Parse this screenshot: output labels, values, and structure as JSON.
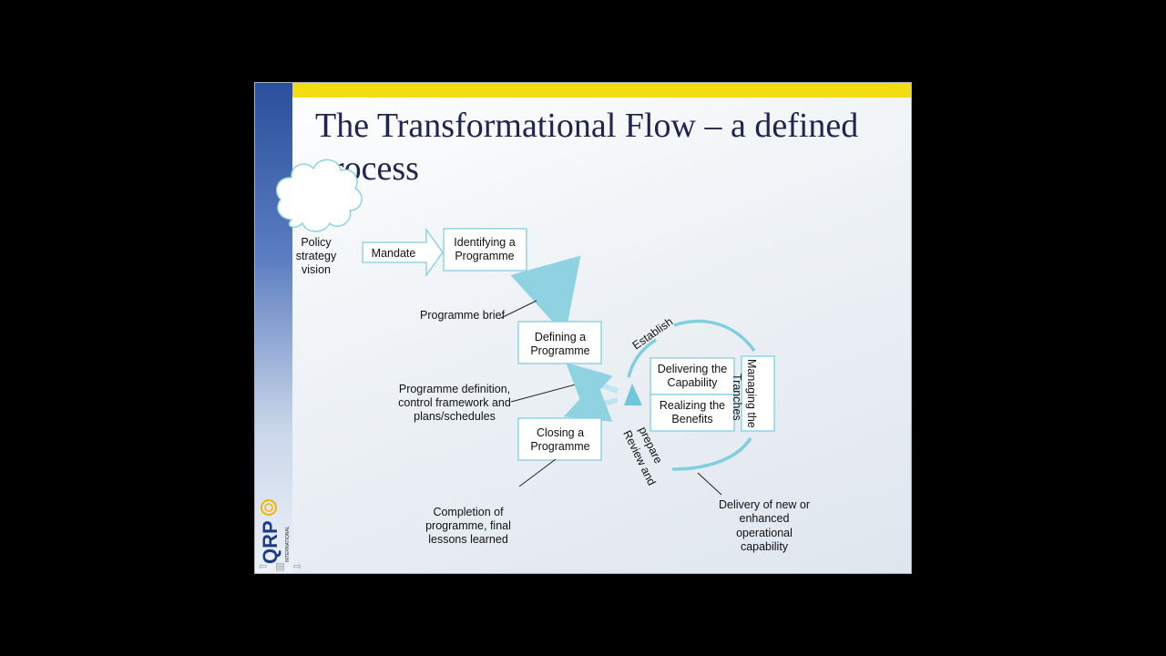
{
  "slide": {
    "title": "The Transformational Flow – a defined process"
  },
  "diagram": {
    "cloud": [
      "Policy",
      "strategy",
      "vision"
    ],
    "mandate_arrow": "Mandate",
    "identifying_box": [
      "Identifying a",
      "Programme"
    ],
    "programme_brief": "Programme brief",
    "defining_box": [
      "Defining a",
      "Programme"
    ],
    "definition_note": [
      "Programme definition,",
      "control framework and",
      "plans/schedules"
    ],
    "closing_box": [
      "Closing a",
      "Programme"
    ],
    "completion_note": [
      "Completion of",
      "programme, final",
      "lessons learned"
    ],
    "establish_label": "Establish",
    "review_label": [
      "Review and",
      "prepare"
    ],
    "delivering_box": [
      "Delivering the",
      "Capability"
    ],
    "realizing_box": [
      "Realizing the",
      "Benefits"
    ],
    "managing_box": [
      "Managing the",
      "Tranches"
    ],
    "delivery_note": [
      "Delivery of  new or",
      "enhanced",
      "operational",
      "capability"
    ]
  },
  "logo": {
    "text": "QRP",
    "subtext": "INTERNATIONAL"
  },
  "nav": {
    "prev_icon": "arrow-left-icon",
    "notes_icon": "notes-icon",
    "next_icon": "arrow-right-icon"
  },
  "colors": {
    "accent_teal": "#7fcfe0",
    "title_navy": "#1f2450",
    "band_yellow": "#f4dc12",
    "band_blue": "#2b4f9c"
  }
}
